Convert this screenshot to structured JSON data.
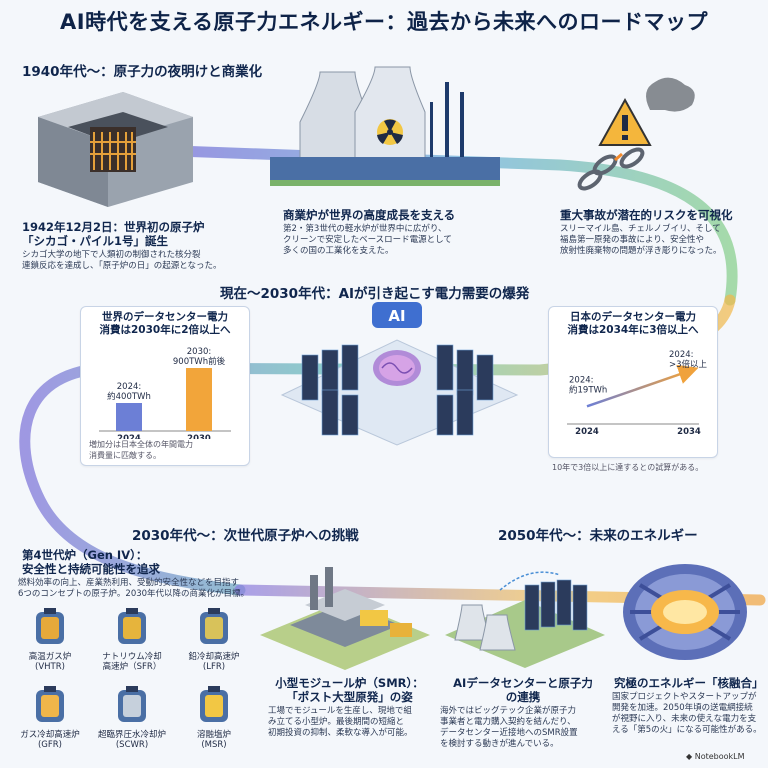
{
  "header": {
    "title": "AI時代を支える原子力エネルギー：過去から未来へのロードマップ"
  },
  "era1": {
    "heading": "1940年代〜：原子力の夜明けと商業化",
    "chicago": {
      "title_line1": "1942年12月2日：世界初の原子炉",
      "title_line2": "「シカゴ・パイル1号」誕生",
      "body_line1": "シカゴ大学の地下で人類初の制御された核分裂",
      "body_line2": "連鎖反応を達成し、「原子炉の日」の起源となった。"
    },
    "commercial": {
      "title": "商業炉が世界の高度成長を支える",
      "body_line1": "第2・第3世代の軽水炉が世界中に広がり、",
      "body_line2": "クリーンで安定したベースロード電源として",
      "body_line3": "多くの国の工業化を支えた。"
    },
    "accidents": {
      "title": "重大事故が潜在的リスクを可視化",
      "body_line1": "スリーマイル島、チェルノブイリ、そして",
      "body_line2": "福島第一原発の事故により、安全性や",
      "body_line3": "放射性廃棄物の問題が浮き彫りになった。"
    }
  },
  "era2": {
    "heading": "現在〜2030年代：AIが引き起こす電力需要の爆発",
    "ai_badge": "AI",
    "world_card": {
      "title_line1": "世界のデータセンター電力",
      "title_line2": "消費は2030年に2倍以上へ",
      "note_line1": "増加分は日本全体の年間電力",
      "note_line2": "消費量に匹敵する。"
    },
    "japan_card": {
      "title_line1": "日本のデータセンター電力",
      "title_line2": "消費は2034年に3倍以上へ",
      "note": "10年で3倍以上に達するとの試算がある。"
    }
  },
  "chart_data": [
    {
      "type": "bar",
      "categories": [
        "2024",
        "2030"
      ],
      "values": [
        400,
        900
      ],
      "data_labels": [
        [
          "2024:",
          "約400TWh"
        ],
        [
          "2030:",
          "900TWh前後"
        ]
      ],
      "colors": [
        "#6c7fd6",
        "#f2a53a"
      ]
    },
    {
      "type": "line",
      "x": [
        "2024",
        "2034"
      ],
      "values": [
        19,
        57
      ],
      "data_labels": [
        [
          "2024:",
          "約19TWh"
        ],
        [
          "2024:",
          ">3倍以上"
        ]
      ],
      "color": "#f0a23c"
    }
  ],
  "era3": {
    "heading": "2030年代〜：次世代原子炉への挑戦",
    "gen4": {
      "title_line1": "第4世代炉（Gen IV）：",
      "title_line2": "安全性と持続可能性を追求",
      "body_line1": "燃料効率の向上、産業熱利用、受動的安全性などを目指す",
      "body_line2": "6つのコンセプトの原子炉。2030年代以降の商業化が目標。",
      "reactors": [
        {
          "name": "高温ガス炉",
          "abbr": "(VHTR)"
        },
        {
          "name": "ナトリウム冷却",
          "abbr": "高速炉（SFR）"
        },
        {
          "name": "鉛冷却高速炉",
          "abbr": "(LFR)"
        },
        {
          "name": "ガス冷却高速炉",
          "abbr": "(GFR)"
        },
        {
          "name": "超臨界圧水冷却炉",
          "abbr": "(SCWR)"
        },
        {
          "name": "溶融塩炉",
          "abbr": "(MSR)"
        }
      ]
    },
    "smr": {
      "title_line1": "小型モジュール炉（SMR）：",
      "title_line2": "「ポスト大型原発」の姿",
      "body_line1": "工場でモジュールを生産し、現地で組",
      "body_line2": "み立てる小型炉。最後期間の短縮と",
      "body_line3": "初期投資の抑制、柔軟な導入が可能。"
    }
  },
  "era4": {
    "heading": "2050年代〜：未来のエネルギー",
    "ai_link": {
      "title_line1": "AIデータセンターと原子力",
      "title_line2": "の連携",
      "body_line1": "海外ではビッグテック企業が原子力",
      "body_line2": "事業者と電力購入契約を結んだり、",
      "body_line3": "データセンター近接地へのSMR設置",
      "body_line4": "を検討する動きが進んでいる。"
    },
    "fusion": {
      "title": "究極のエネルギー「核融合」",
      "body_line1": "国家プロジェクトやスタートアップが",
      "body_line2": "開発を加速。2050年頃の送電網接続",
      "body_line3": "が視野に入り、未来の使えな電力を支",
      "body_line4": "える「第5の火」になる可能性がある。"
    }
  },
  "footer": {
    "brand": "NotebookLM"
  }
}
